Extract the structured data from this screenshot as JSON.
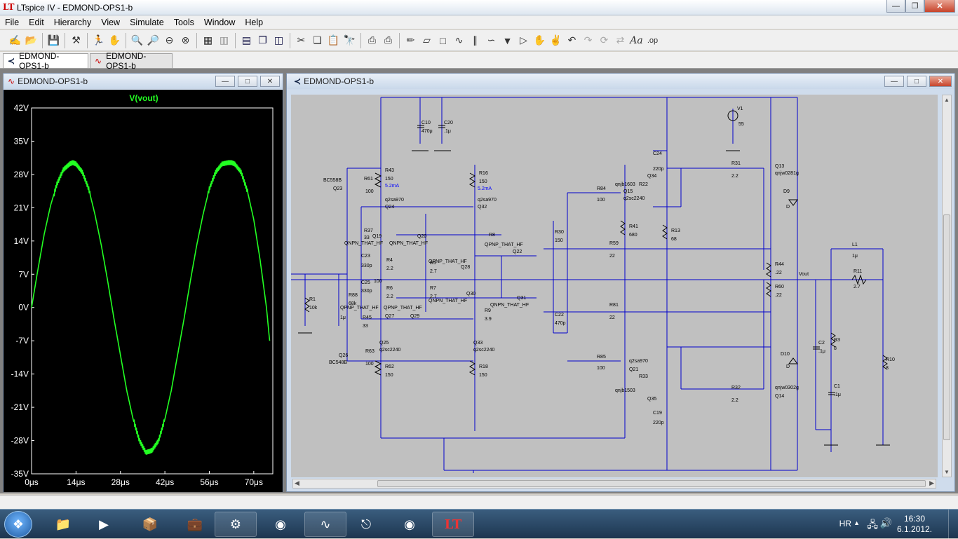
{
  "app": {
    "title": "LTspice IV - EDMOND-OPS1-b"
  },
  "menu": [
    "File",
    "Edit",
    "Hierarchy",
    "View",
    "Simulate",
    "Tools",
    "Window",
    "Help"
  ],
  "tabs": [
    {
      "label": "EDMOND-OPS1-b",
      "kind": "schematic"
    },
    {
      "label": "EDMOND-OPS1-b",
      "kind": "waveform"
    }
  ],
  "waveform_window": {
    "title": "EDMOND-OPS1-b",
    "trace_label": "V(vout)",
    "trace_color": "#22ff22"
  },
  "schematic_window": {
    "title": "EDMOND-OPS1-b",
    "wire_color": "#0000cc",
    "labels": {
      "v1": "V1",
      "v1_val": "55",
      "vout": "Vout",
      "c10": "C10",
      "c10_val": "470μ",
      "c20": "C20",
      "c20_val": ".1μ",
      "c24": "C24",
      "c24_val": "220p",
      "c19": "C19",
      "c19_val": "220p",
      "c22": "C22",
      "c22_val": "470p",
      "c23": "C23",
      "c23_val": "330p",
      "c25": "C25",
      "c25_val": "330p",
      "c2": "C2",
      "c2_val": ".1μ",
      "c1": "C1",
      "c1_val": ".1μ",
      "c_small_val": "1μ",
      "r43": "R43",
      "r43_val": "150",
      "r16": "R16",
      "r16_val": "150",
      "r61": "R61",
      "r61_val": "100",
      "r62": "R62",
      "r62_val": "150",
      "r18": "R18",
      "r18_val": "150",
      "r37": "R37",
      "r37_val": "33",
      "r4": "R4",
      "r4_val": "2.2",
      "r6": "R6",
      "r6_val": "2.2",
      "r5": "R5",
      "r5_val": "2.7",
      "r7": "R7",
      "r7_val": "2.7",
      "r8": "R8",
      "r9": "R9",
      "r9_val": "3.9",
      "r30": "R30",
      "r30_val": "150",
      "r84": "R84",
      "r84_val": "100",
      "r85": "R85",
      "r85_val": "100",
      "r41": "R41",
      "r41_val": "680",
      "r13": "R13",
      "r13_val": "68",
      "r31": "R31",
      "r31_val": "2.2",
      "r32": "R32",
      "r32_val": "2.2",
      "r59": "R59",
      "r59_val": "22",
      "r81": "R81",
      "r81_val": "22",
      "r44": "R44",
      "r44_val": ".22",
      "r60": "R60",
      "r60_val": ".22",
      "r11": "R11",
      "r11_val": "2.7",
      "r3": "R3",
      "r3_val": "8",
      "r10": "R10",
      "r10_val": "8",
      "r1": "R1",
      "r1_val": "10k",
      "r88": "R88",
      "r88_val": "68k",
      "r45": "R45",
      "r45_val": "33",
      "r20_val": "100",
      "r22": "R22",
      "r33": "R33",
      "r63": "R63",
      "r63_val": "100",
      "l1": "L1",
      "l1_val": "1μ",
      "d9": "D9",
      "d9_val": "D",
      "d10": "D10",
      "d10_val": "D",
      "q13": "Q13",
      "q13_model": "qnjw0281g",
      "q14": "Q14",
      "q14_model": "qnjw0302g",
      "q15": "Q15",
      "q15_model": "q2sc2240",
      "q15_model_b": "qnjb1603",
      "q21": "Q21",
      "q21_model": "q2sa970",
      "q21_model_b": "qnjb1503",
      "q24": "Q24",
      "q24_model": "q2sa970",
      "q32": "Q32",
      "q32_model": "q2sa970",
      "q25": "Q25",
      "q25_model": "q2sc2240",
      "q33": "Q33",
      "q33_model": "q2sc2240",
      "q23": "Q23",
      "q23_model": "BC558B",
      "q26": "Q26",
      "q26_model": "BC548B",
      "q19": "Q19",
      "q20": "Q20",
      "q22": "Q22",
      "q27": "Q27",
      "q28": "Q28",
      "q29": "Q29",
      "q30": "Q30",
      "q31": "Q31",
      "q34": "Q34",
      "q35": "Q35",
      "qnpn": "QNPN_THAT_HF",
      "qpnp": "QPNP_THAT_HF",
      "i1": "5.2mA",
      "i2": "5.2mA"
    }
  },
  "chart_data": {
    "type": "line",
    "title": "V(vout)",
    "xlabel": "",
    "ylabel": "",
    "x_unit": "μs",
    "y_unit": "V",
    "xlim": [
      0,
      76
    ],
    "ylim": [
      -35,
      42
    ],
    "x_ticks": [
      "0μs",
      "14μs",
      "28μs",
      "42μs",
      "56μs",
      "70μs"
    ],
    "y_ticks": [
      "42V",
      "35V",
      "28V",
      "21V",
      "14V",
      "7V",
      "0V",
      "-7V",
      "-14V",
      "-21V",
      "-28V",
      "-35V"
    ],
    "series": [
      {
        "name": "V(vout)",
        "x": [
          0,
          2,
          4,
          6,
          8,
          10,
          12,
          13,
          14,
          16,
          18,
          20,
          22,
          24,
          26,
          28,
          30,
          32,
          34,
          36,
          37.5,
          38,
          40,
          42,
          44,
          46,
          48,
          50,
          52,
          54,
          56,
          58,
          60,
          62,
          63,
          64,
          66,
          68,
          70,
          72,
          74,
          75
        ],
        "y": [
          0,
          8,
          15.5,
          21.5,
          26,
          29,
          30.2,
          30.5,
          30.2,
          28.5,
          25,
          19.5,
          13,
          5.5,
          -2.5,
          -10,
          -17.5,
          -23.5,
          -28,
          -30.5,
          -30.2,
          -30,
          -28,
          -23.5,
          -17.5,
          -10,
          -2.5,
          5.5,
          13,
          19.5,
          25,
          28.5,
          30.2,
          30.5,
          30.5,
          30.2,
          28.5,
          24.5,
          18.5,
          10,
          0,
          -7
        ]
      }
    ],
    "grid": false,
    "background": "#000000"
  },
  "taskbar": {
    "language": "HR",
    "time": "16:30",
    "date": "6.1.2012."
  }
}
